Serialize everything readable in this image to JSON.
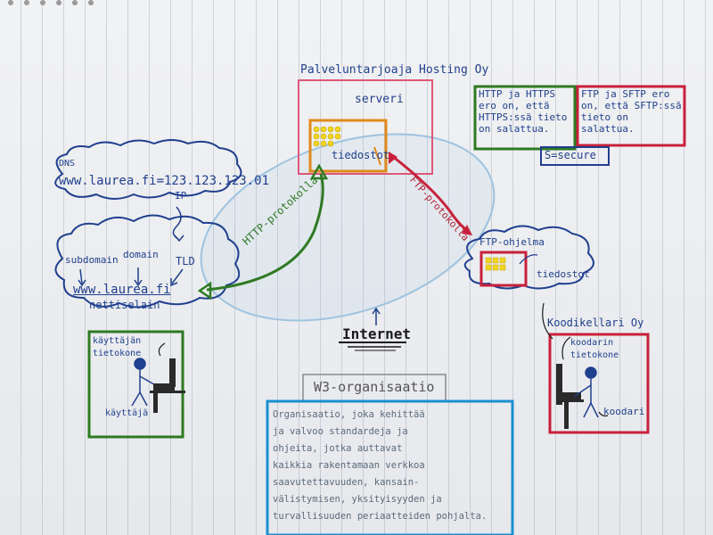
{
  "provider": {
    "title": "Palveluntarjoaja Hosting Oy",
    "server": "serveri",
    "files": "tiedostot"
  },
  "http_box": {
    "line1": "HTTP ja HTTPS",
    "line2": "ero on, että",
    "line3": "HTTPS:ssä tieto",
    "line4": "on salattua."
  },
  "ftp_box": {
    "line1": "FTP ja SFTP ero",
    "line2": "on, että SFTP:ssä",
    "line3": "tieto on",
    "line4": "salattua."
  },
  "secure_note": "S=secure",
  "dns": {
    "label": "DNS",
    "mapping": "www.laurea.fi=123.123.123.01",
    "ip": "IP"
  },
  "browser_cloud": {
    "subdomain": "subdomain",
    "domain": "domain",
    "tld": "TLD",
    "url": "www.laurea.fi",
    "browser": "nettiselain"
  },
  "user": {
    "computer": "käyttäjän tietokone",
    "person": "käyttäjä"
  },
  "arrows": {
    "http": "HTTP-protokolla",
    "ftp": "FTP-protokolla"
  },
  "ftp_program": {
    "title": "FTP-ohjelma",
    "files": "tiedostot"
  },
  "coder": {
    "company": "Koodikellari Oy",
    "computer": "koodarin tietokone",
    "person": "koodari"
  },
  "internet": "Internet",
  "w3": {
    "title": "W3-organisaatio",
    "lines": [
      "Organisaatio, joka kehittää",
      "ja valvoo standardeja ja",
      "ohjeita, jotka auttavat",
      "kaikkia rakentamaan verkkoa",
      "saavutettavuuden, kansain-",
      "välistymisen, yksityisyyden ja",
      "turvallisuuden periaatteiden pohjalta."
    ]
  },
  "colors": {
    "ink_blue": "#1f3f8f",
    "pink": "#e0567a",
    "red": "#c8203a",
    "green": "#2e7a22",
    "cyan": "#1a8fd0",
    "orange": "#e08a1a",
    "yellow": "#f2d51c"
  }
}
